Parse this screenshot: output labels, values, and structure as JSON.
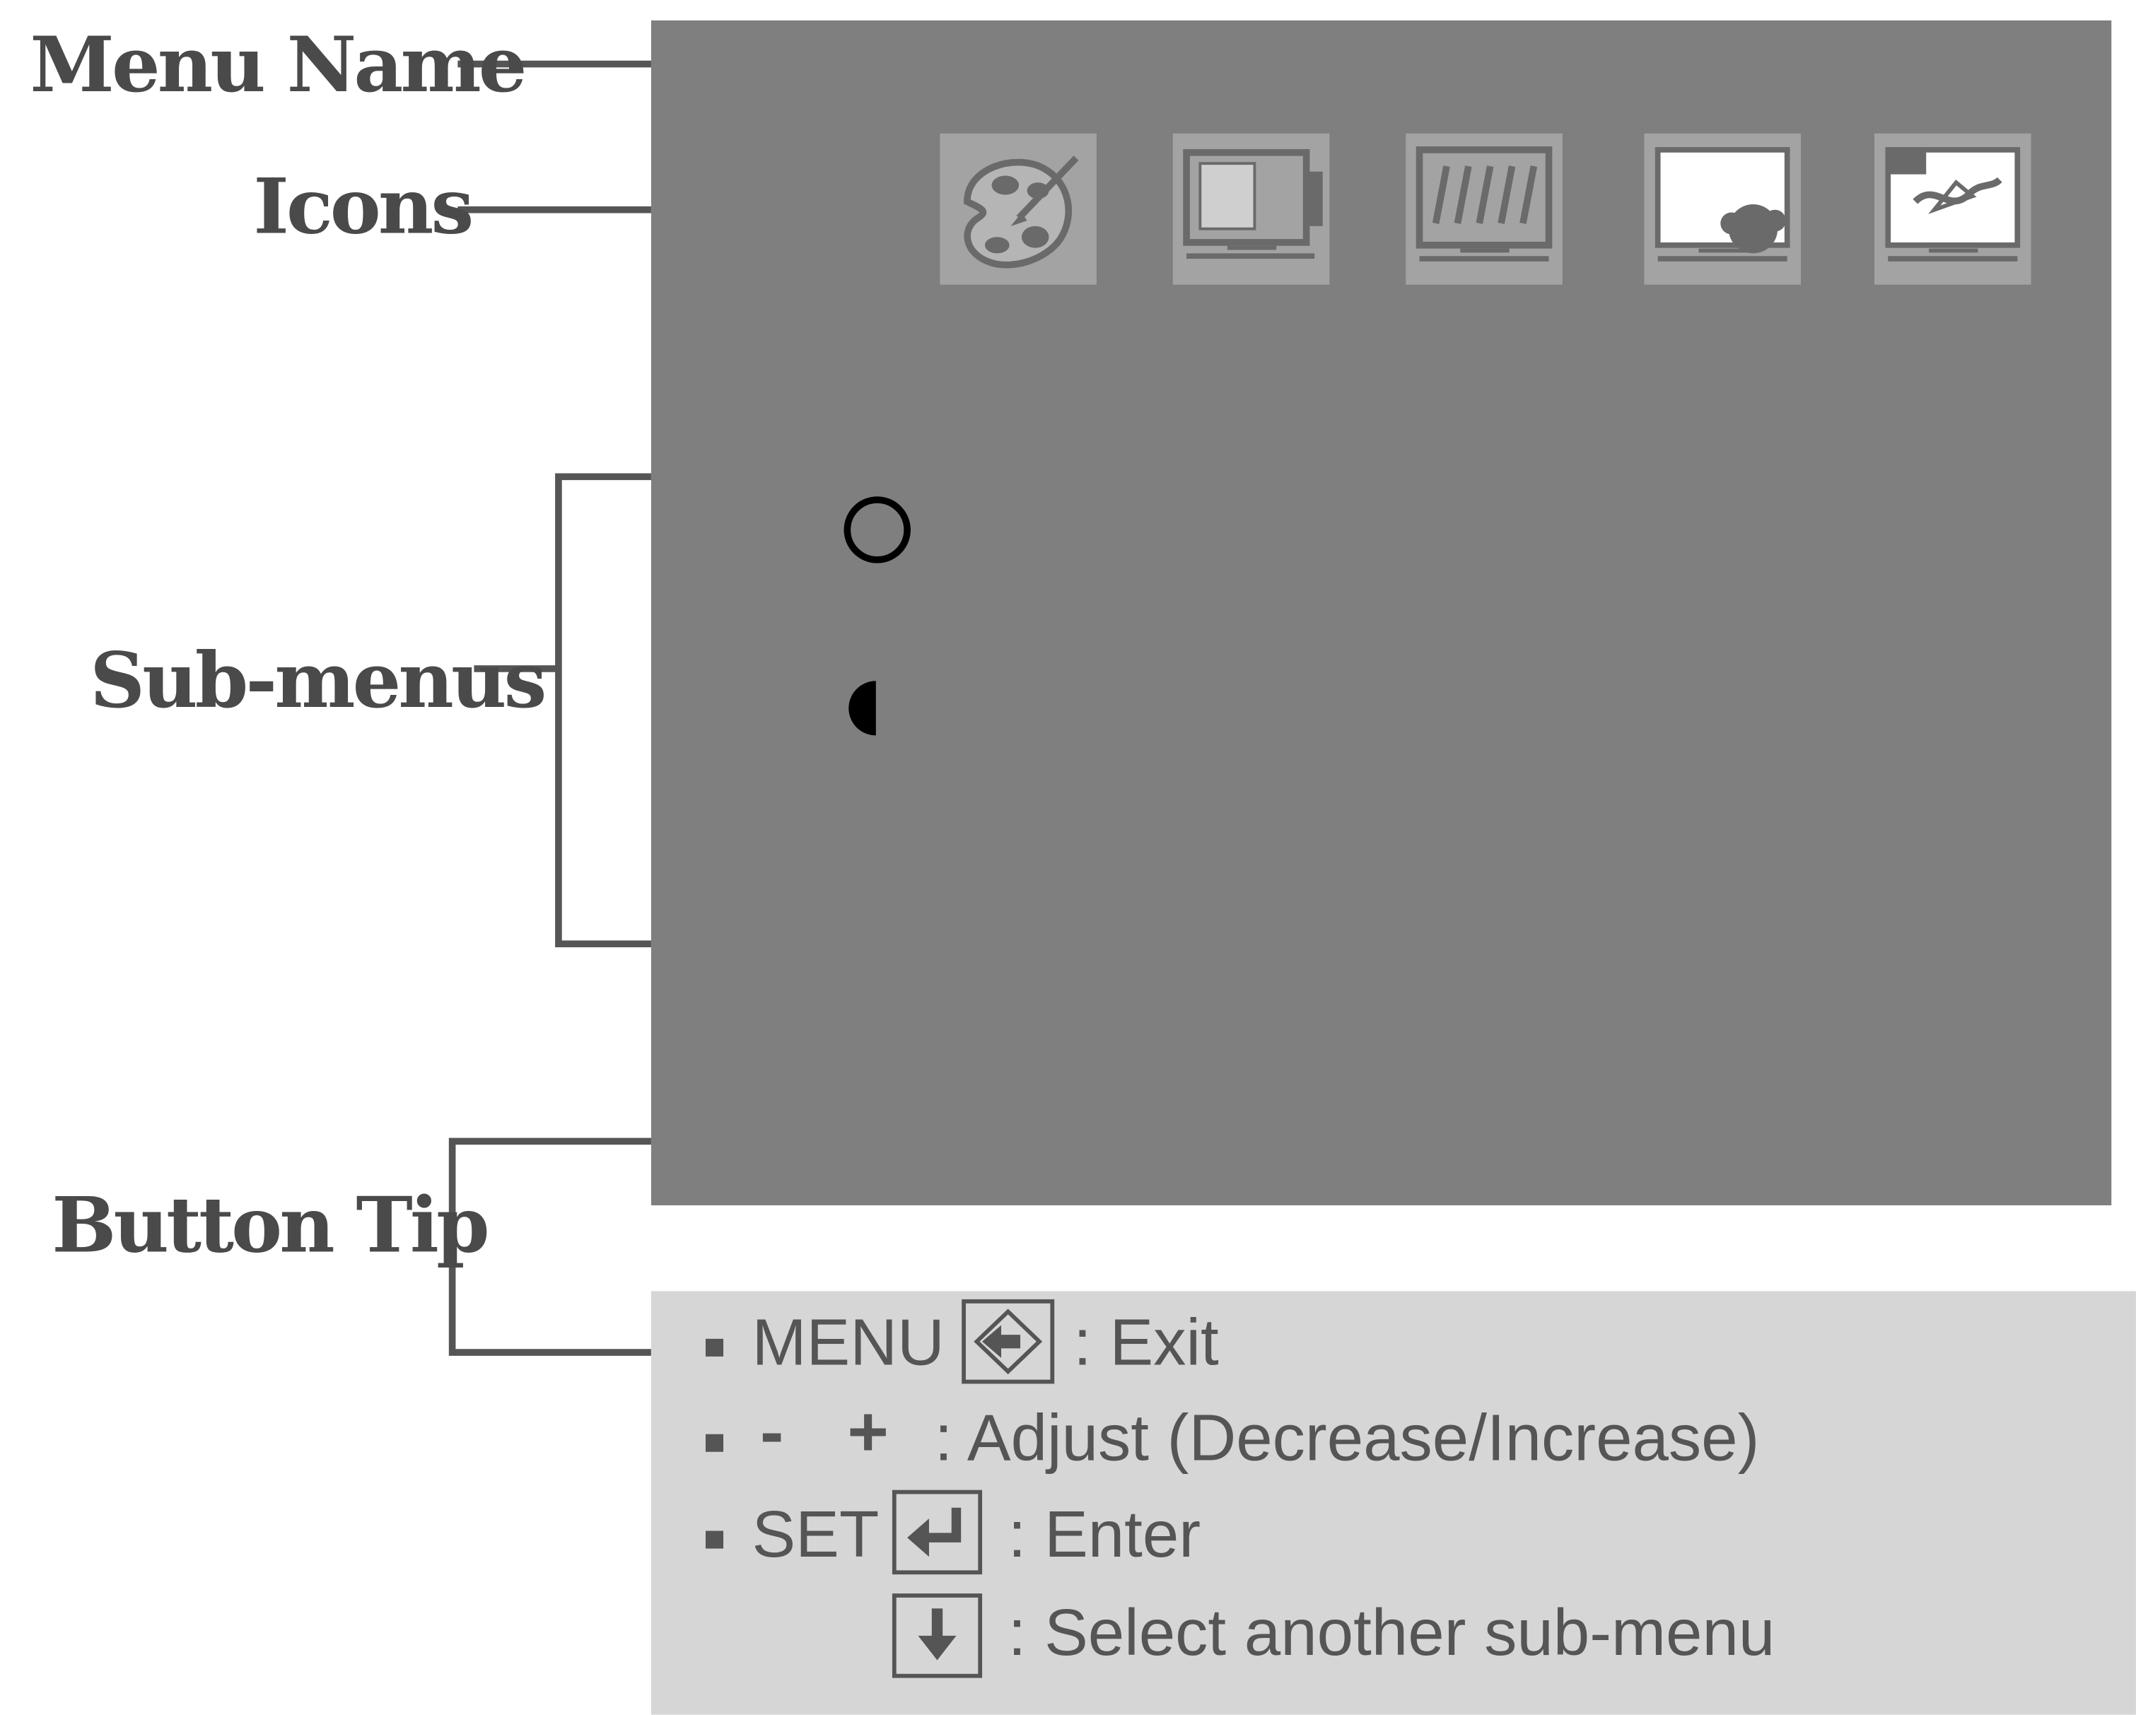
{
  "labels": {
    "menu_name": "Menu Name",
    "icons": "Icons",
    "sub_menus": "Sub-menus",
    "button_tip": "Button Tip"
  },
  "osd": {
    "icons": [
      {
        "name": "palette-icon",
        "selected": true
      },
      {
        "name": "monitor-position-icon",
        "selected": false
      },
      {
        "name": "monitor-tracking-icon",
        "selected": false
      },
      {
        "name": "monitor-picture-icon",
        "selected": false
      },
      {
        "name": "monitor-setup-icon",
        "selected": false
      }
    ],
    "submenu_markers": [
      "hollow-circle-icon",
      "half-circle-icon"
    ]
  },
  "button_tip": {
    "rows": [
      {
        "key": "MENU",
        "icon": "exit-arrow-icon",
        "desc": ": Exit"
      },
      {
        "key_minus": "-",
        "key_plus": "+",
        "desc": ": Adjust (Decrease/Increase)"
      },
      {
        "key": "SET",
        "icon": "enter-arrow-icon",
        "desc": ": Enter"
      },
      {
        "key": "",
        "icon": "down-arrow-icon",
        "desc": ": Select another sub-menu"
      }
    ]
  },
  "colors": {
    "osd_background": "#7f7f7f",
    "icon_background": "#a3a3a3",
    "tip_background": "#d6d6d6",
    "leader_lines": "#555555",
    "label_text": "#4a4a4a"
  }
}
